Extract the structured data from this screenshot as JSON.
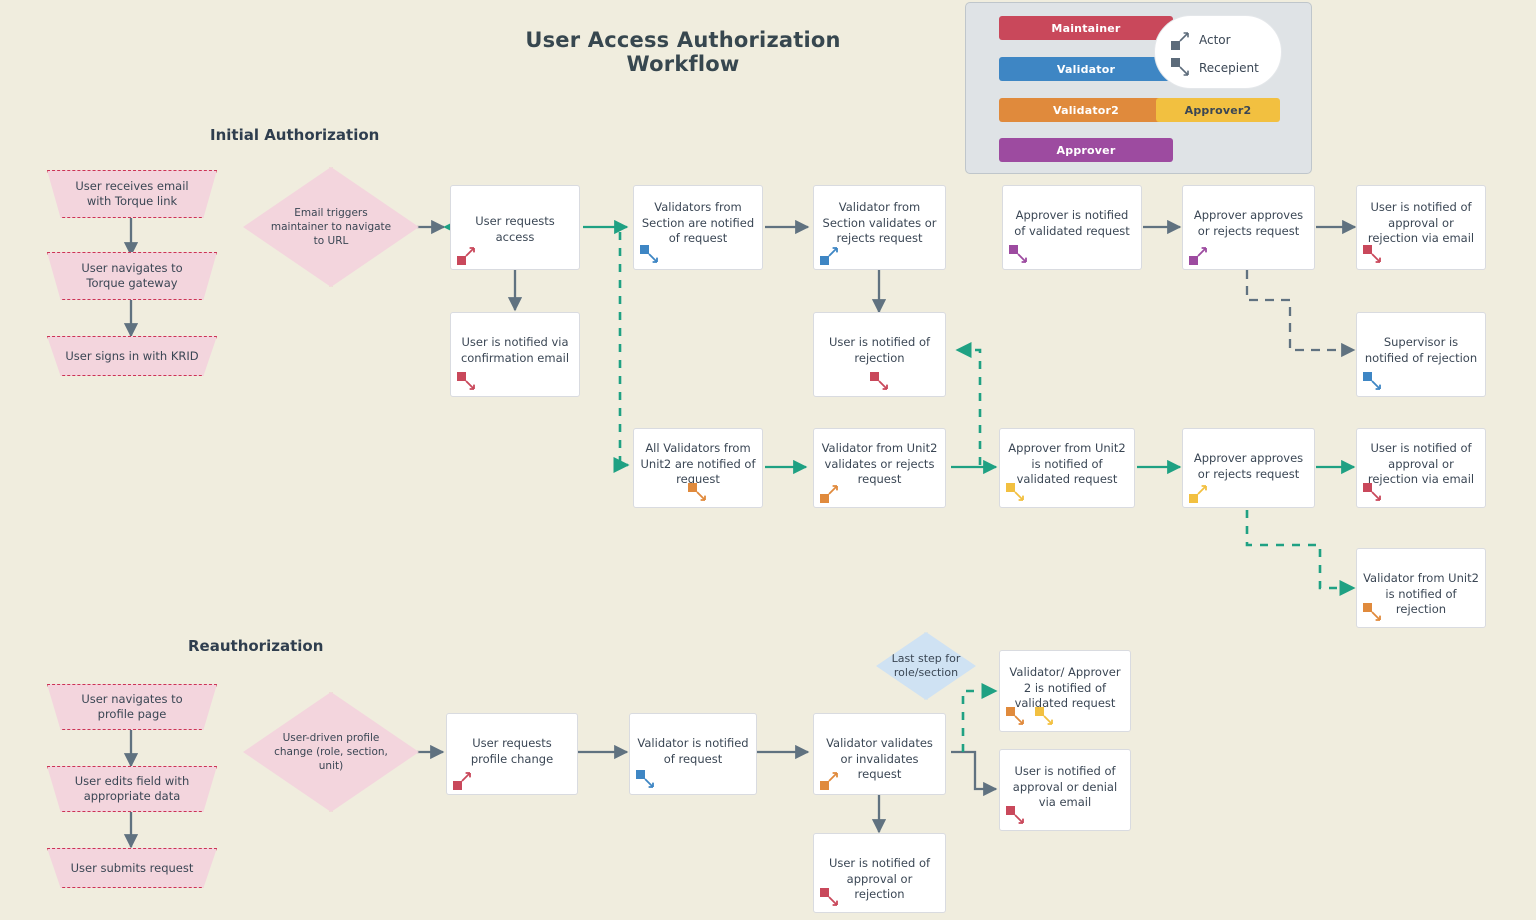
{
  "page": {
    "title": "User Access Authorization Workflow",
    "background": "#F0EDDE"
  },
  "sections": [
    {
      "id": "initial",
      "label": "Initial Authorization"
    },
    {
      "id": "reauth",
      "label": "Reauthorization"
    }
  ],
  "legend": {
    "roles": [
      {
        "name": "Maintainer",
        "color": "#C9485B",
        "text_color": "#FFFFFF"
      },
      {
        "name": "Validator",
        "color": "#3E86C4",
        "text_color": "#FFFFFF"
      },
      {
        "name": "Validator2",
        "color": "#E08A3C",
        "text_color": "#FFFFFF"
      },
      {
        "name": "Approver",
        "color": "#9D4BA0",
        "text_color": "#FFFFFF"
      },
      {
        "name": "Approver2",
        "color": "#F2C040",
        "text_color": "#3A4654"
      }
    ],
    "markers": [
      {
        "name": "Actor",
        "icon": "square-arrow-up-right-icon"
      },
      {
        "name": "Recepient",
        "icon": "square-arrow-down-right-icon"
      }
    ]
  },
  "colors": {
    "maintainer": "#C9485B",
    "validator": "#3E86C4",
    "validator2": "#E08A3C",
    "approver": "#9D4BA0",
    "approver2": "#F2C040",
    "arrow_gray": "#607280",
    "arrow_green": "#1FA183",
    "pink_fill": "#F3D5DD",
    "pink_stroke": "#CC3355",
    "blue_fill": "#CFE2F3",
    "blue_stroke": "#4A82C4",
    "box_fill": "#FFFFFF",
    "box_stroke": "#D9DBE0"
  },
  "initial_authorization": {
    "preconditions": [
      {
        "id": "p1",
        "text": "User receives email with Torque link"
      },
      {
        "id": "p2",
        "text": "User navigates to Torque gateway"
      },
      {
        "id": "p3",
        "text": "User signs in with KRID"
      }
    ],
    "trigger": {
      "id": "t1",
      "text": "Email triggers maintainer to navigate to URL"
    },
    "steps": [
      {
        "id": "s1",
        "text": "User requests access",
        "icons": [
          {
            "role": "maintainer",
            "type": "actor"
          }
        ]
      },
      {
        "id": "s2",
        "text": "User is notified via confirmation email",
        "icons": [
          {
            "role": "maintainer",
            "type": "recipient"
          }
        ]
      },
      {
        "id": "s3",
        "text": "Validators from Section are notified of request",
        "icons": [
          {
            "role": "validator",
            "type": "recipient"
          }
        ]
      },
      {
        "id": "s4",
        "text": "Validator from Section validates or rejects request",
        "icons": [
          {
            "role": "validator",
            "type": "actor"
          }
        ]
      },
      {
        "id": "s5",
        "text": "User is notified of rejection",
        "icons": [
          {
            "role": "maintainer",
            "type": "recipient"
          }
        ]
      },
      {
        "id": "s6",
        "text": "Approver is notified of validated request",
        "icons": [
          {
            "role": "approver",
            "type": "recipient"
          }
        ]
      },
      {
        "id": "s7",
        "text": "Approver approves or rejects request",
        "icons": [
          {
            "role": "approver",
            "type": "actor"
          }
        ]
      },
      {
        "id": "s8",
        "text": "User is notified of approval or rejection via email",
        "icons": [
          {
            "role": "maintainer",
            "type": "recipient"
          }
        ]
      },
      {
        "id": "s9",
        "text": "Supervisor is notified of rejection",
        "icons": [
          {
            "role": "validator",
            "type": "recipient"
          }
        ]
      },
      {
        "id": "s10",
        "text": "All Validators from Unit2 are notified of request",
        "icons": [
          {
            "role": "validator2",
            "type": "recipient"
          }
        ]
      },
      {
        "id": "s11",
        "text": "Validator from Unit2 validates or rejects request",
        "icons": [
          {
            "role": "validator2",
            "type": "actor"
          }
        ]
      },
      {
        "id": "s12",
        "text": "Approver from Unit2 is notified of validated request",
        "icons": [
          {
            "role": "approver2",
            "type": "recipient"
          }
        ]
      },
      {
        "id": "s13",
        "text": "Approver approves or rejects request",
        "icons": [
          {
            "role": "approver2",
            "type": "actor"
          }
        ]
      },
      {
        "id": "s14",
        "text": "User is notified of approval or rejection via email",
        "icons": [
          {
            "role": "maintainer",
            "type": "recipient"
          }
        ]
      },
      {
        "id": "s15",
        "text": "Validator from Unit2 is notified of rejection",
        "icons": [
          {
            "role": "validator2",
            "type": "recipient"
          }
        ]
      }
    ]
  },
  "reauthorization": {
    "preconditions": [
      {
        "id": "r1",
        "text": "User navigates to profile page"
      },
      {
        "id": "r2",
        "text": "User edits field with appropriate data"
      },
      {
        "id": "r3",
        "text": "User submits request"
      }
    ],
    "trigger": {
      "id": "rt1",
      "text": "User-driven profile change (role, section, unit)"
    },
    "decision": {
      "id": "rd1",
      "text": "Last step for role/section"
    },
    "steps": [
      {
        "id": "q1",
        "text": "User requests profile change",
        "icons": [
          {
            "role": "maintainer",
            "type": "actor"
          }
        ]
      },
      {
        "id": "q2",
        "text": "Validator is notified of request",
        "icons": [
          {
            "role": "validator",
            "type": "recipient"
          }
        ]
      },
      {
        "id": "q3",
        "text": "Validator validates or invalidates request",
        "icons": [
          {
            "role": "validator2",
            "type": "actor"
          }
        ]
      },
      {
        "id": "q4",
        "text": "User is notified of approval or rejection",
        "icons": [
          {
            "role": "maintainer",
            "type": "recipient"
          }
        ]
      },
      {
        "id": "q5",
        "text": "Validator/ Approver 2 is notified of validated request",
        "icons": [
          {
            "role": "validator2",
            "type": "recipient"
          },
          {
            "role": "approver2",
            "type": "recipient"
          }
        ]
      },
      {
        "id": "q6",
        "text": "User is notified of approval or denial via email",
        "icons": [
          {
            "role": "maintainer",
            "type": "recipient"
          }
        ]
      }
    ]
  }
}
